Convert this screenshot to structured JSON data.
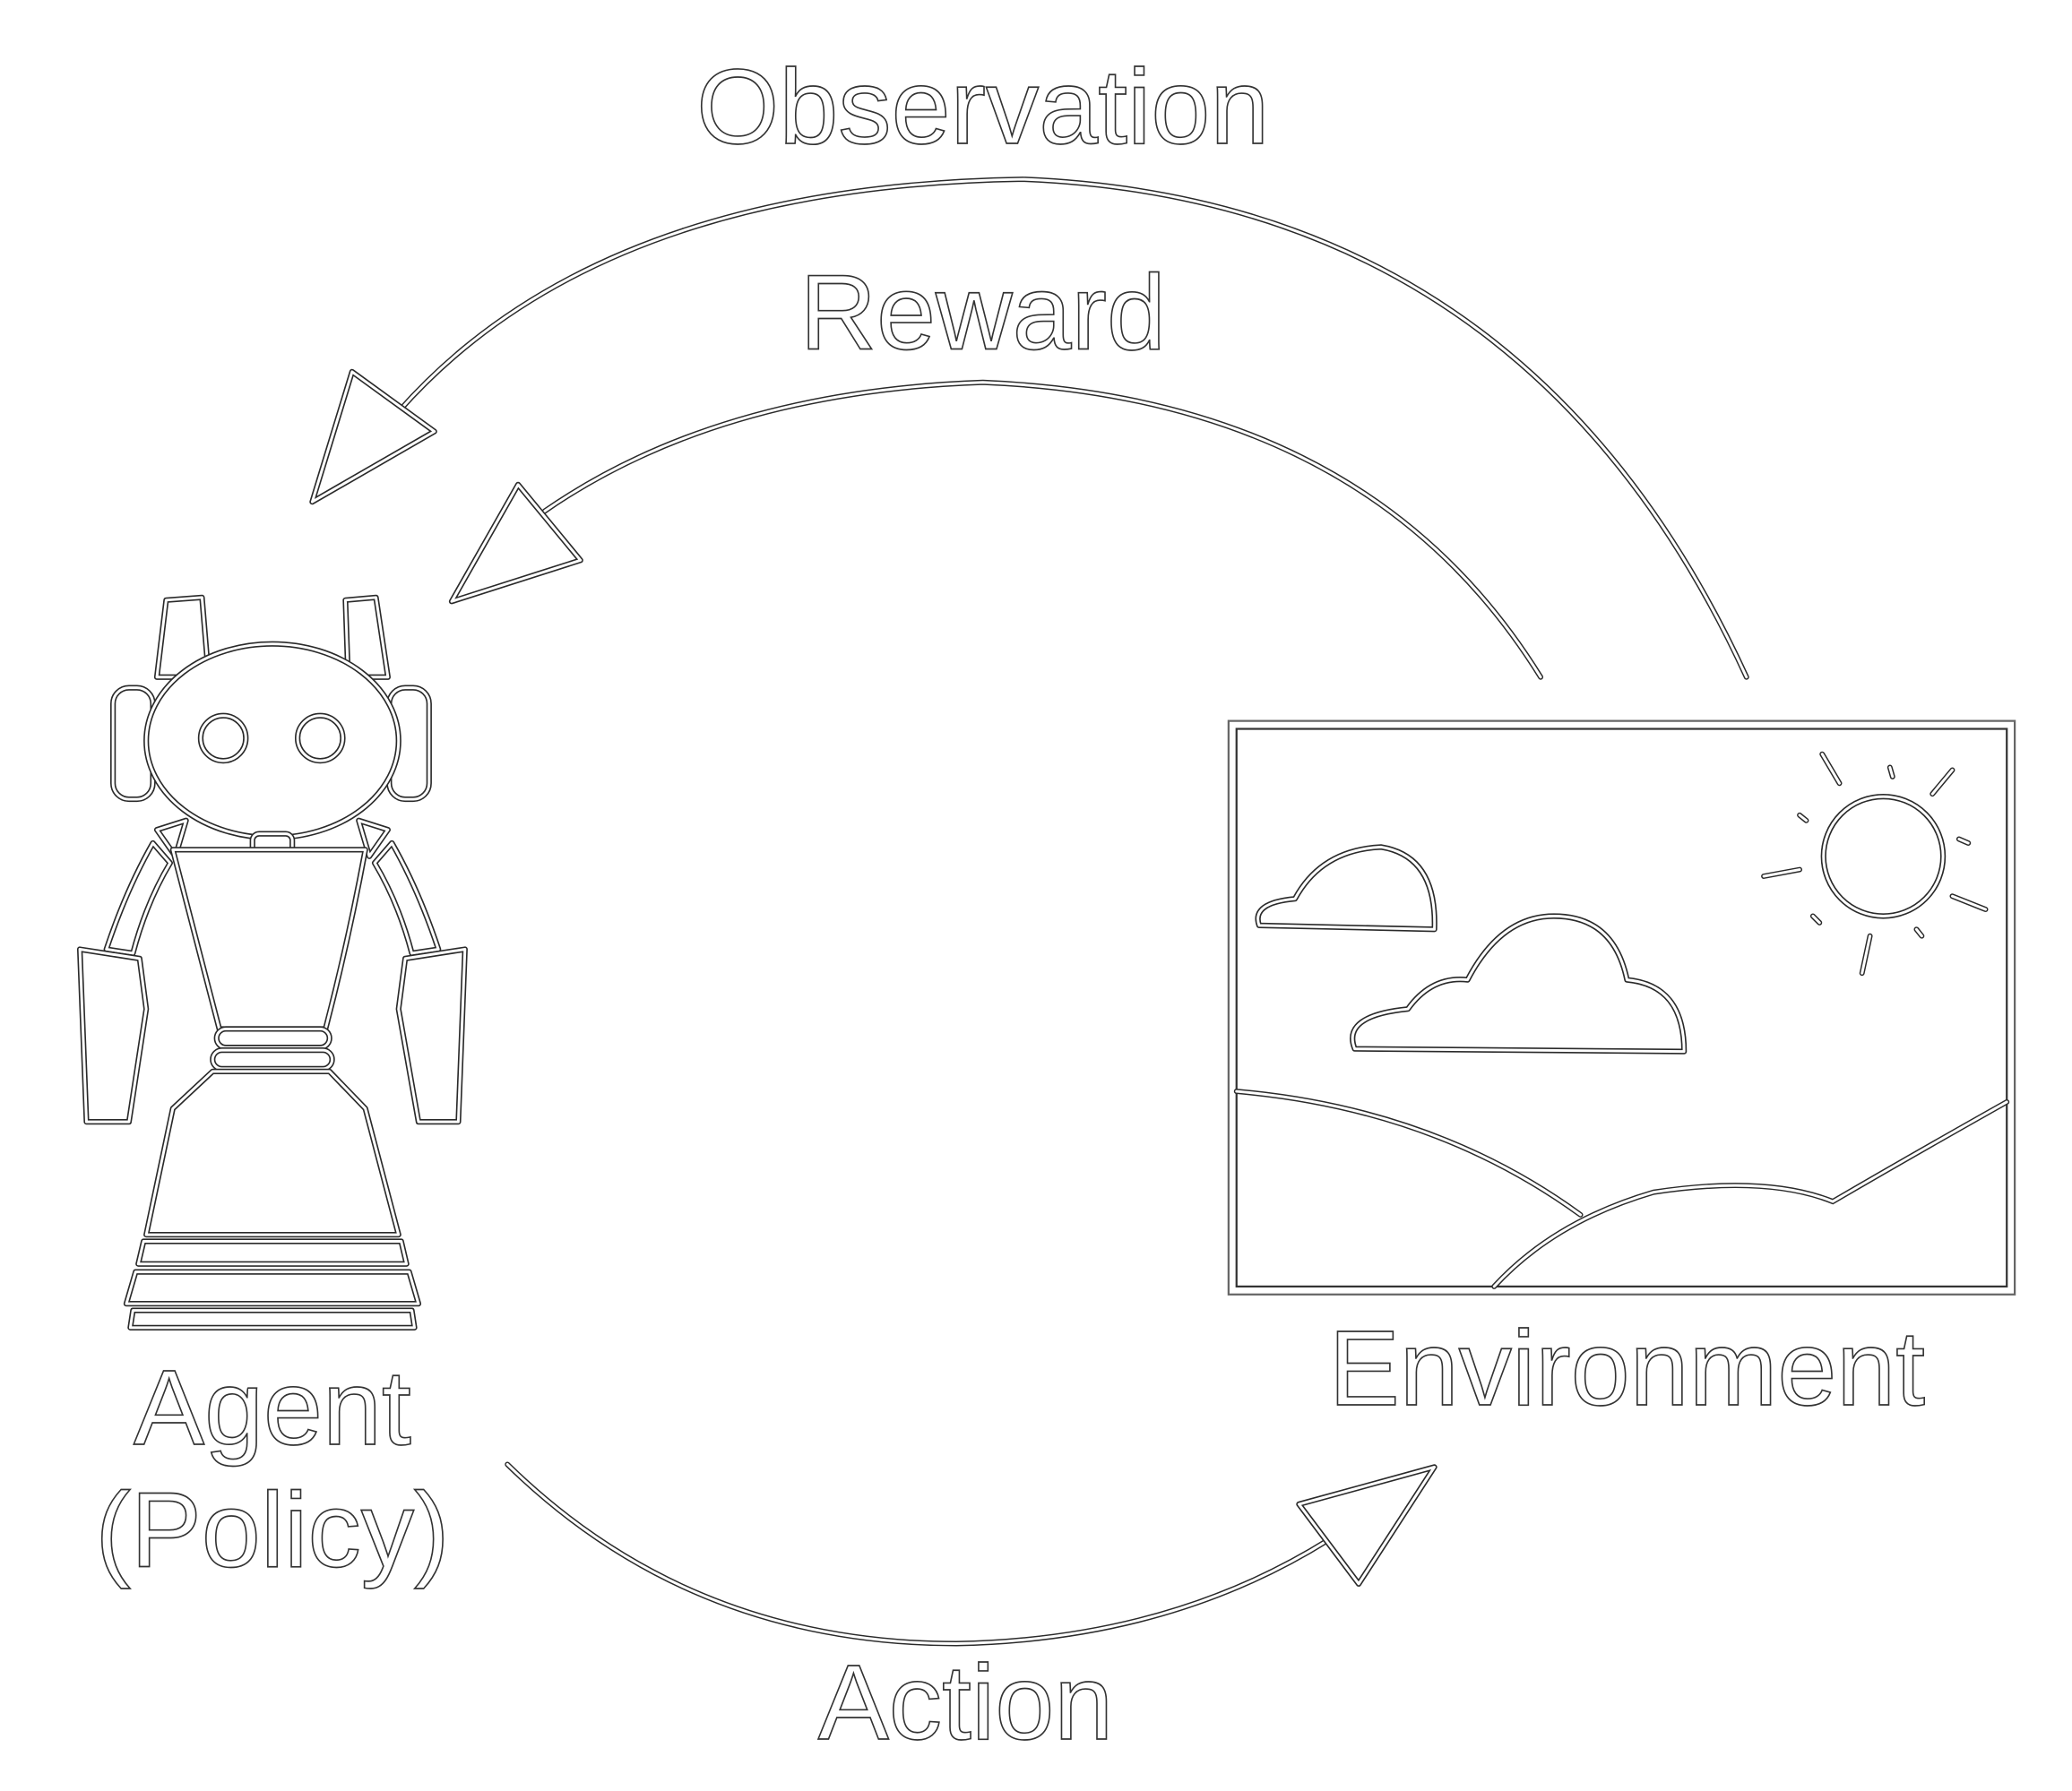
{
  "labels": {
    "observation": "Observation",
    "reward": "Reward",
    "action": "Action",
    "environment": "Environment",
    "agent_line1": "Agent",
    "agent_line2": "(Policy)"
  },
  "colors": {
    "background": "#ffffff",
    "fill": "#ffffff",
    "outline": "#2a2a2a"
  }
}
